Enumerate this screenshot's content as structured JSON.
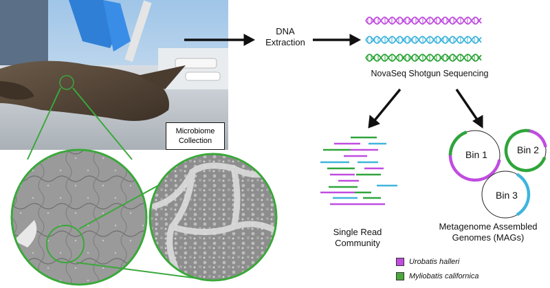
{
  "steps": {
    "collection": [
      "Microbiome",
      "Collection"
    ],
    "extraction": [
      "DNA",
      "Extraction"
    ],
    "sequencing": "NovaSeq Shotgun Sequencing",
    "single_read": [
      "Single Read",
      "Community"
    ],
    "mags": [
      "Metagenome Assembled",
      "Genomes (MAGs)"
    ]
  },
  "bins": [
    {
      "label": "Bin 1",
      "arcs": [
        {
          "color": "#c04ce0",
          "from": 100,
          "to": 320
        },
        {
          "color": "#2ea53a",
          "from": 270,
          "to": 340
        }
      ]
    },
    {
      "label": "Bin 2",
      "arcs": [
        {
          "color": "#2ea53a",
          "from": 110,
          "to": 380
        },
        {
          "color": "#c04ce0",
          "from": 10,
          "to": 80
        }
      ]
    },
    {
      "label": "Bin 3",
      "arcs": [
        {
          "color": "#3fb5dc",
          "from": 30,
          "to": 150
        }
      ]
    }
  ],
  "legend": [
    {
      "label": "Urobatis halleri",
      "color": "#c04ce0"
    },
    {
      "label": "Myliobatis californica",
      "color": "#4ca83c"
    }
  ],
  "colors": {
    "purple": "#c04ce0",
    "green": "#2ea53a",
    "blue": "#3fb5dc",
    "circle_border": "#3aa83a",
    "arrow": "#111111"
  }
}
